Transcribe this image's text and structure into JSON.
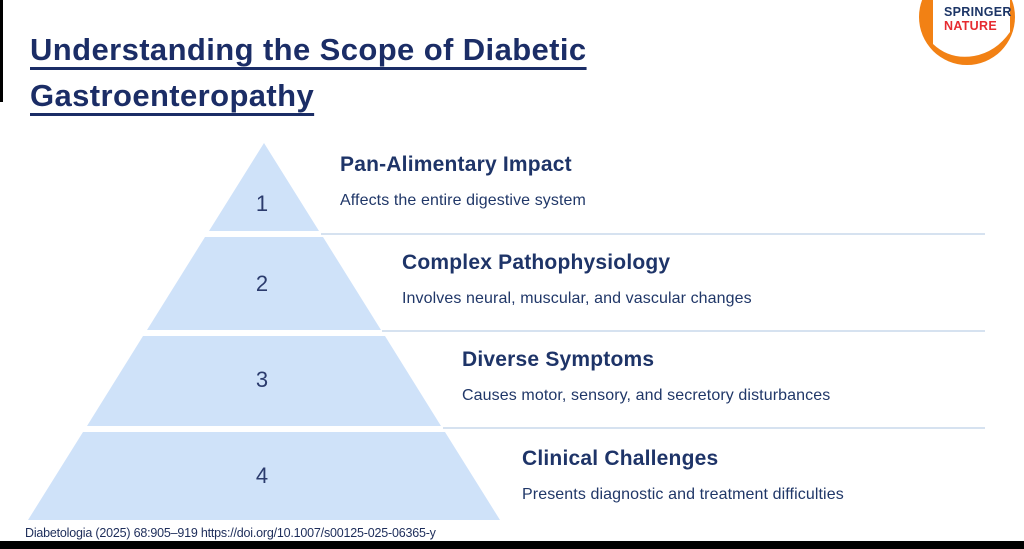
{
  "slide": {
    "title": {
      "line1": "Understanding the Scope of Diabetic",
      "line2": "Gastroenteropathy"
    },
    "citation": "Diabetologia (2025) 68:905–919 https://doi.org/10.1007/s00125-025-06365-y"
  },
  "logo": {
    "name": "springer-nature-logo",
    "word1": "SPRINGER",
    "word2": "NATURE"
  },
  "pyramid": {
    "levels": [
      {
        "number": "1",
        "heading": "Pan-Alimentary Impact",
        "subtitle": "Affects the entire digestive system"
      },
      {
        "number": "2",
        "heading": "Complex Pathophysiology",
        "subtitle": "Involves neural, muscular, and vascular changes"
      },
      {
        "number": "3",
        "heading": "Diverse Symptoms",
        "subtitle": "Causes motor, sensory, and secretory disturbances"
      },
      {
        "number": "4",
        "heading": "Clinical Challenges",
        "subtitle": "Presents diagnostic and treatment difficulties"
      }
    ]
  },
  "colors": {
    "pyramid_fill": "#cfe2f9",
    "divider": "#c9d9ec",
    "title_navy": "#1b2d66",
    "text_navy": "#203768",
    "logo_orange": "#f28114",
    "logo_blue": "#1c3566",
    "logo_red": "#e62b31"
  }
}
